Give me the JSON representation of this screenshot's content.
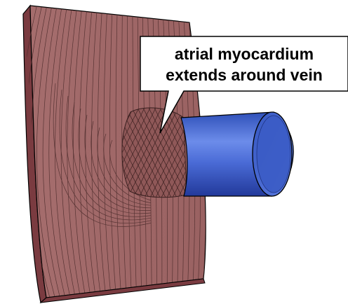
{
  "callout": {
    "line1": "atrial myocardium",
    "line2": "extends around vein"
  },
  "colors": {
    "tissue": "#9e6666",
    "tissue_dark": "#6e3d3d",
    "tissue_edge": "#7a3b40",
    "fiber": "#4a2a2a",
    "vein_light": "#5f7fe0",
    "vein_mid": "#3a5ecb",
    "vein_dark": "#233f9a",
    "outline": "#000000"
  },
  "icons": [
    "myocardium-wall",
    "pulmonary-vein",
    "myocardial-sleeve"
  ]
}
